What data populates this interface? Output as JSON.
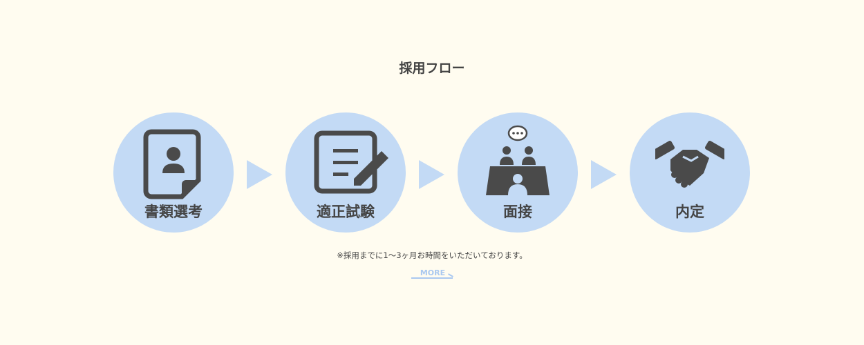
{
  "title": "採用フロー",
  "steps": [
    {
      "label": "書類選考",
      "icon": "resume-icon"
    },
    {
      "label": "適正試験",
      "icon": "test-pencil-icon"
    },
    {
      "label": "面接",
      "icon": "interview-icon"
    },
    {
      "label": "内定",
      "icon": "handshake-icon"
    }
  ],
  "note": "※採用までに1〜3ヶ月お時間をいただいております。",
  "more_label": "MORE",
  "colors": {
    "background": "#fffcf0",
    "circle": "#c3daf5",
    "icon": "#4a4a4a",
    "link": "#a9c8f0"
  }
}
